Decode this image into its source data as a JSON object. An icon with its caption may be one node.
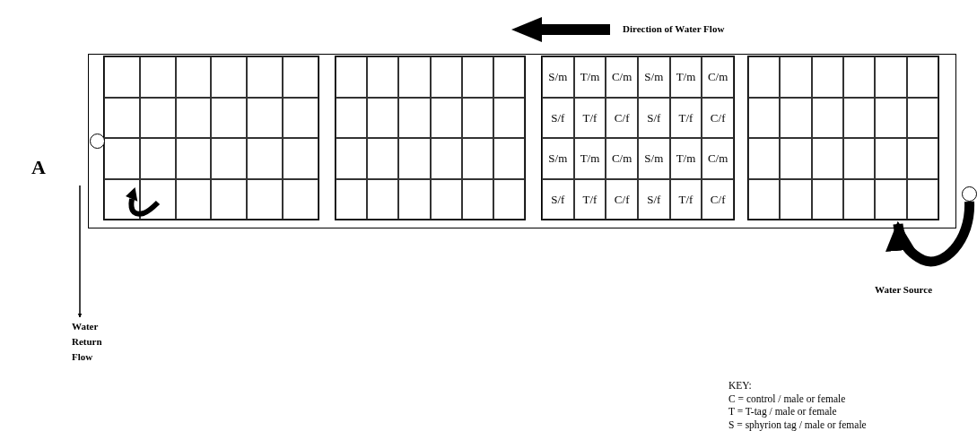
{
  "diagram": {
    "nodes": [
      {
        "text": [],
        "shape": "box"
      },
      {
        "text": [],
        "shape": "circle",
        "in": 0
      },
      {
        "text": [],
        "shape": "circle"
      },
      {
        "text": [
          "Water Return Flow"
        ]
      },
      {
        "text": [
          "Water Source"
        ]
      }
    ],
    "edges": [
      {
        "from": 0,
        "to": 3,
        "arrow": "to"
      },
      {
        "from": 2,
        "to": 0,
        "arrow": "to",
        "style": "thick"
      }
    ],
    "labels": [
      "Direction of Water Flow",
      "A",
      "S/m",
      "T/m",
      "C/m",
      "S/m",
      "T/m",
      "C/m",
      "S/f",
      "T/f",
      "C/f",
      "S/f",
      "T/f",
      "C/f",
      "S/m",
      "T/m",
      "C/m",
      "S/m",
      "T/m",
      "C/m",
      "S/f",
      "T/f",
      "C/f",
      "S/f",
      "T/f",
      "C/f",
      "KEY:",
      "C = control / male or female",
      "T = T-tag / male or female",
      "S = sphyrion tag / male or female"
    ]
  }
}
